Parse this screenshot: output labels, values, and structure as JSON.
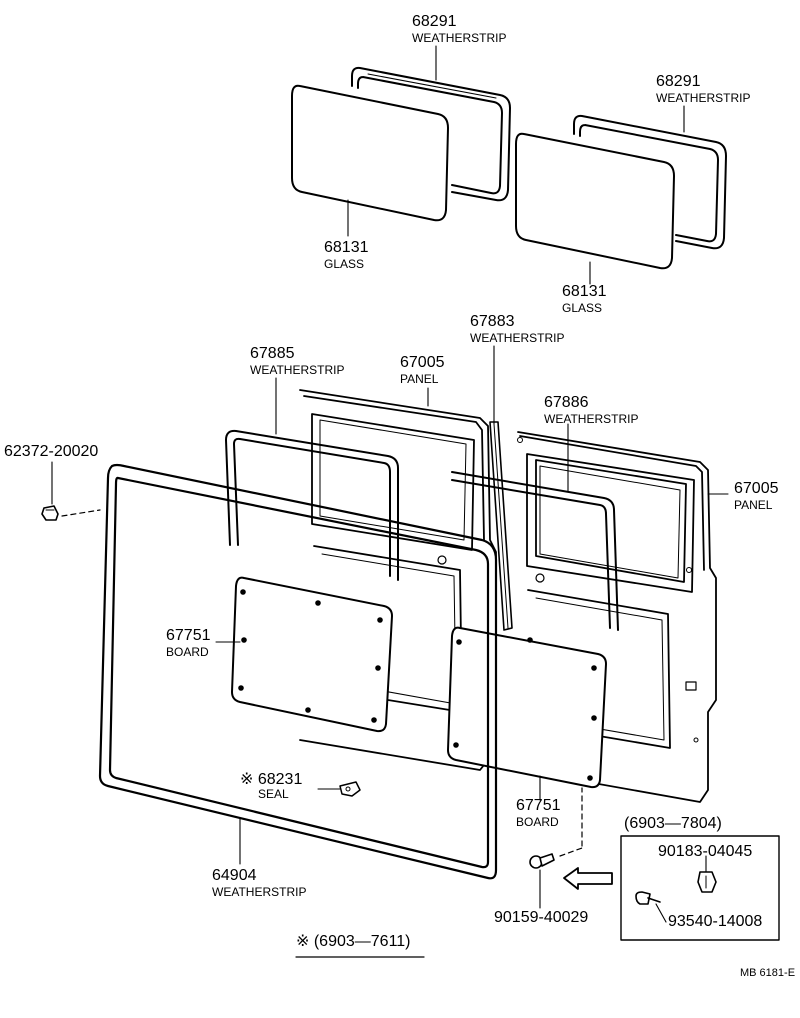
{
  "callouts": {
    "ws_top_left": {
      "part_no": "68291",
      "name": "WEATHERSTRIP"
    },
    "ws_top_right": {
      "part_no": "68291",
      "name": "WEATHERSTRIP"
    },
    "glass_left": {
      "part_no": "68131",
      "name": "GLASS"
    },
    "glass_right": {
      "part_no": "68131",
      "name": "GLASS"
    },
    "ws_67883": {
      "part_no": "67883",
      "name": "WEATHERSTRIP"
    },
    "ws_67885": {
      "part_no": "67885",
      "name": "WEATHERSTRIP"
    },
    "panel_left": {
      "part_no": "67005",
      "name": "PANEL"
    },
    "ws_67886": {
      "part_no": "67886",
      "name": "WEATHERSTRIP"
    },
    "panel_right": {
      "part_no": "67005",
      "name": "PANEL"
    },
    "clip": {
      "part_no": "62372-20020"
    },
    "board_left": {
      "part_no": "67751",
      "name": "BOARD"
    },
    "seal": {
      "part_no": "※ 68231",
      "name": "SEAL"
    },
    "board_right": {
      "part_no": "67751",
      "name": "BOARD"
    },
    "ws_64904": {
      "part_no": "64904",
      "name": "WEATHERSTRIP"
    },
    "screw": {
      "part_no": "90159-40029"
    },
    "inset_nut": {
      "part_no": "90183-04045"
    },
    "inset_screw": {
      "part_no": "93540-14008"
    }
  },
  "inset_range": "(6903—7804)",
  "footnote": "※ (6903—7611)",
  "drawing_id": "MB 6181-E"
}
